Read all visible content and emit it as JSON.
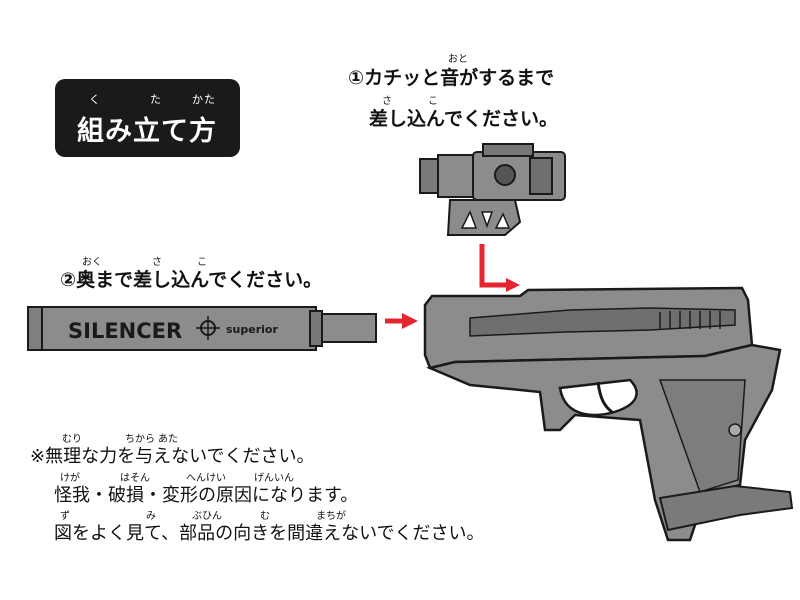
{
  "title": {
    "text": "組み立て方",
    "ruby": [
      "く",
      "た",
      "かた"
    ]
  },
  "step1": {
    "line1": "①カチッと音がするまで",
    "line2": "差し込んでください。",
    "ruby_oto": "おと",
    "ruby_sa": "さ",
    "ruby_ko": "こ"
  },
  "step2": {
    "text": "②奥まで差し込んでください。",
    "ruby_oku": "おく",
    "ruby_sa": "さ",
    "ruby_ko": "こ"
  },
  "silencer": {
    "label": "SILENCER",
    "sub": "superior"
  },
  "notes": {
    "line1": "※無理な力を与えないでください。",
    "line2": "怪我・破損・変形の原因になります。",
    "line3": "図をよく見て、部品の向きを間違えないでください。",
    "ruby1": [
      "むり",
      "ちから",
      "あた"
    ],
    "ruby2": [
      "けが",
      "はそん",
      "へんけい",
      "げんいん"
    ],
    "ruby3": [
      "ず",
      "み",
      "ぶひん",
      "む",
      "まちが"
    ]
  },
  "colors": {
    "arrow": "#e3262f",
    "part_gray": "#8c8c8c",
    "outline": "#1a1a1a"
  }
}
